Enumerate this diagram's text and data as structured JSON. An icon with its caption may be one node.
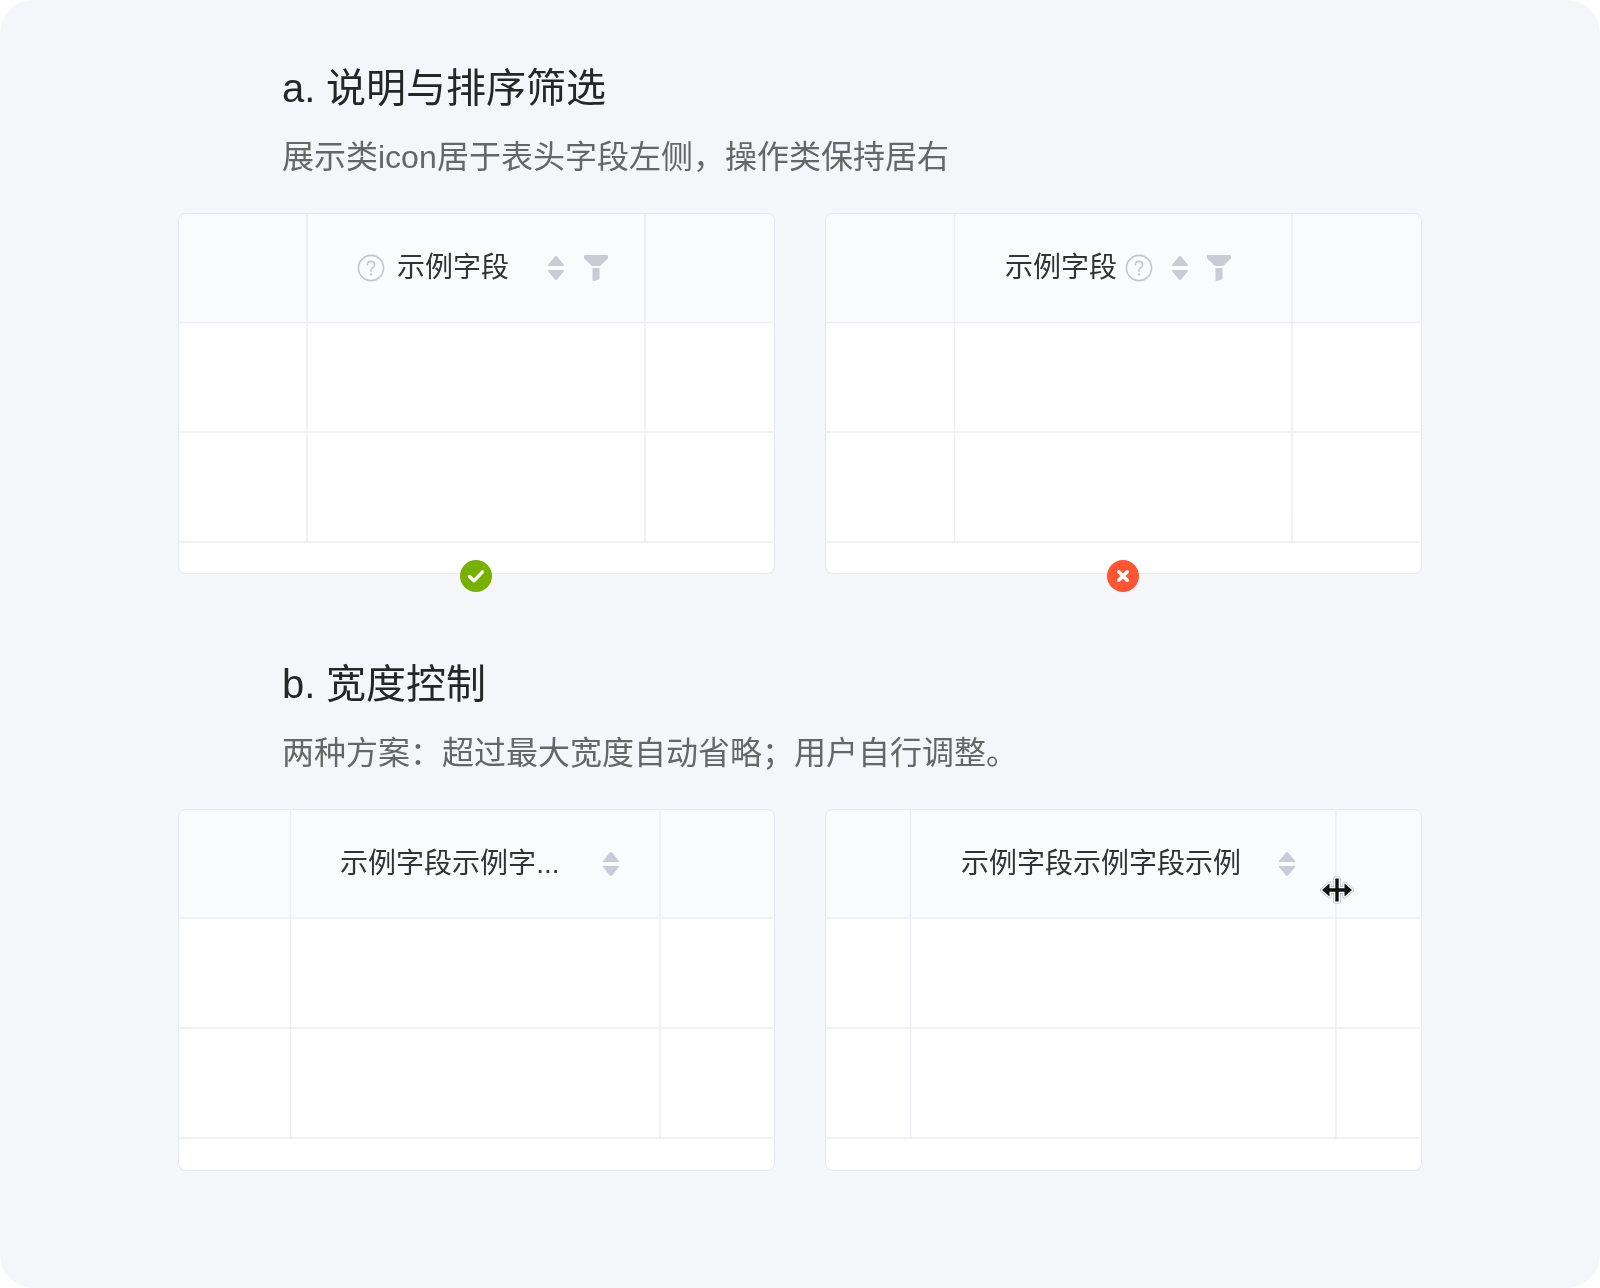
{
  "diagram": {
    "nodes": [
      {
        "text": [
          "示例字段"
        ]
      },
      {
        "text": [
          "示例字段"
        ]
      },
      {
        "text": [
          "示例字段示例字..."
        ]
      },
      {
        "text": [
          "示例字段示例字段示例"
        ]
      }
    ],
    "labels": [
      "a. 说明与排序筛选",
      "展示类icon居于表头字段左侧，操作类保持居右",
      "b. 宽度控制",
      "两种方案：超过最大宽度自动省略；用户自行调整。"
    ]
  }
}
